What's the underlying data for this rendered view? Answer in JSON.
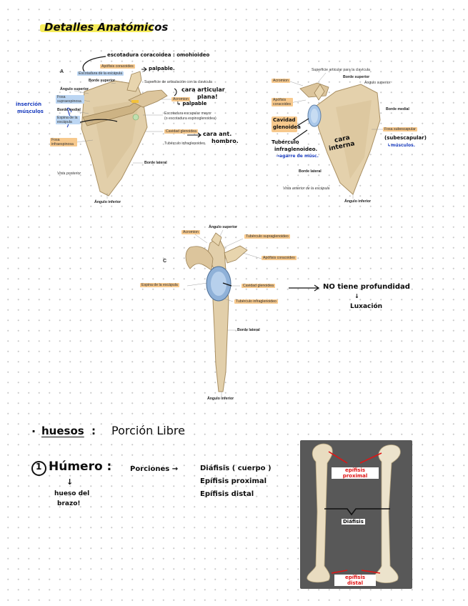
{
  "title": "Detalles Anatómicos",
  "fig_a": {
    "letter": "A",
    "labels": {
      "apofisis": "Apófisis coracoides",
      "escotadura": "Escotadura de la escápula",
      "borde_sup": "Borde superior",
      "angulo_sup": "Ángulo superior",
      "fosa_supra": "Fosa supraespinosa",
      "borde_medial": "Borde medial",
      "espina": "Espina de la escápula",
      "fosa_infra": "Fosa infraespinosa",
      "vista": "Vista posterior",
      "angulo_inf": "Ángulo inferior",
      "superficie": "Superficie de articulación con la clavícula",
      "acromion": "Acromion",
      "escotadura_mayor": "Escotadura escapular mayor",
      "escotadura_mayor2": "(o escotadura espinoglenoidea)",
      "cavidad": "Cavidad glenoidea",
      "tuberculo": "Tubérculo infraglenoideo",
      "borde_lat": "Borde lateral"
    },
    "notes": {
      "escotadura": "escotadura coracoidea : omohioideo",
      "palpable": "palpable.",
      "insercion1": "inserción",
      "insercion2": "músculos",
      "cara1": "cara articular",
      "cara2": "plana!",
      "palpable2": "palpable",
      "cara_ant1": "cara ant.",
      "cara_ant2": "hombro."
    }
  },
  "fig_b": {
    "labels": {
      "superficie": "Superficie articular para la clavícula",
      "borde_sup": "Borde superior",
      "angulo_sup": "Ángulo superior",
      "acromion": "Acromion",
      "apofisis": "Apófisis coracoides",
      "borde_medial": "Borde medial",
      "fosa": "Fosa subescapular",
      "borde_lat": "Borde lateral",
      "vista": "Vista anterior de la escápula",
      "angulo_inf": "Ángulo inferior"
    },
    "notes": {
      "cavidad1": "Cavidad",
      "cavidad2": "glenoidea",
      "tuberculo1": "Tubérculo",
      "tuberculo2": "infraglenoideo.",
      "tuberculo3": "→agarre de músc.",
      "cara1": "cara",
      "cara2": "interna",
      "subesc": "(subescapular)",
      "musculos": "↳músculos."
    }
  },
  "fig_c": {
    "letter": "C",
    "labels": {
      "angulo_sup": "Ángulo superior",
      "acromion": "Acromion",
      "tub_supra": "Tubérculo supraglenoideo",
      "apofisis": "Apófisis coracoides",
      "espina": "Espina de la escápula",
      "cavidad": "Cavidad glenoidea",
      "tub_infra": "Tubérculo infraglenoideo",
      "borde_lat": "Borde lateral",
      "angulo_inf": "Ángulo inferior"
    },
    "notes": {
      "no": "NO tiene profundidad",
      "luxacion": "Luxación"
    }
  },
  "section": {
    "bullet": "·",
    "huesos": "huesos",
    "colon": ":",
    "porcion": "Porción Libre"
  },
  "humero": {
    "number": "1",
    "name": "Húmero :",
    "arrow": "↓",
    "desc1": "hueso del",
    "desc2": "brazo!",
    "porciones": "Porciones →",
    "diafisis": "Diáfisis ( cuerpo )",
    "epi_prox": "Epífisis proximal",
    "epi_dist": "Epífisis distal",
    "photo_top1": "epífisis",
    "photo_top2": "proximal",
    "photo_mid": "Diáfisis",
    "photo_bot1": "epífisis",
    "photo_bot2": "distal"
  }
}
